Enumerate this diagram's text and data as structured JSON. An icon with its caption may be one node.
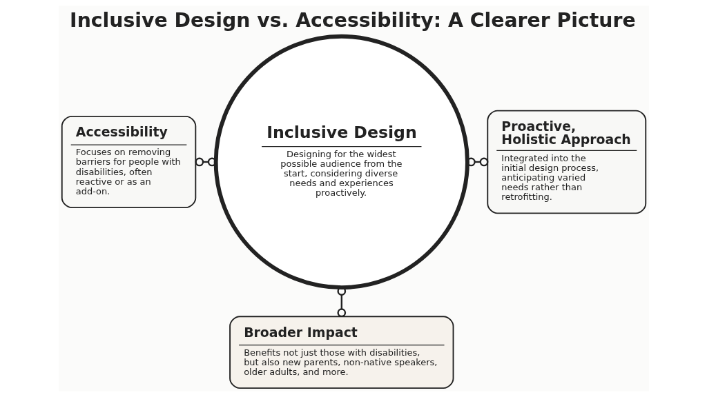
{
  "diagram": {
    "title": "Inclusive Design vs. Accessibility: A Clearer Picture",
    "nodes": [
      {
        "text": [
          "Accessibility",
          "Focuses on removing barriers for people with disabilities, often reactive or as an add-on."
        ]
      },
      {
        "text": [
          "Inclusive Design",
          "Designing for the widest possible audience from the start, considering diverse needs and experiences proactively."
        ]
      },
      {
        "text": [
          "Proactive, Holistic Approach",
          "Integrated into the initial design process, anticipating varied needs rather than retrofitting."
        ]
      },
      {
        "text": [
          "Broader Impact",
          "Benefits not just those with disabilities, but also new parents, non-native speakers, older adults, and more."
        ]
      }
    ],
    "edges": [
      {
        "from": 0,
        "to": 1,
        "arrow": "other"
      },
      {
        "from": 1,
        "to": 2,
        "arrow": "other"
      },
      {
        "from": 1,
        "to": 3,
        "arrow": "other"
      }
    ]
  }
}
